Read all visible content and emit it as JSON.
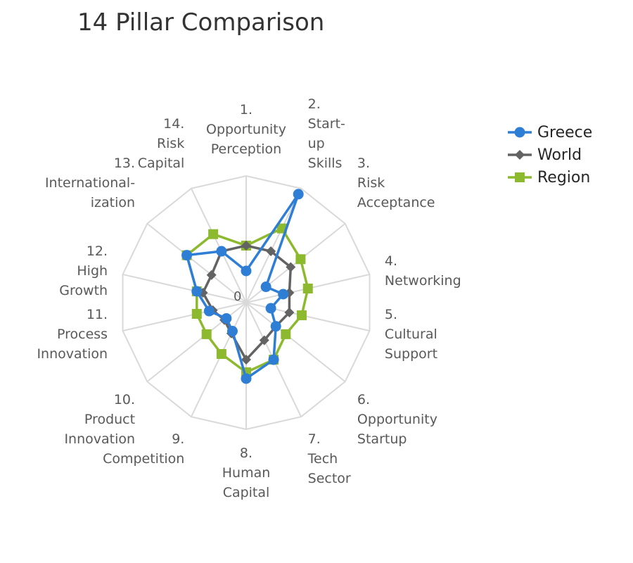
{
  "chart_data": {
    "type": "radar",
    "title": "14 Pillar Comparison",
    "categories": [
      [
        "1.",
        "Opportunity",
        "Perception"
      ],
      [
        "2.",
        "Start-",
        "up",
        "Skills"
      ],
      [
        "3.",
        "Risk",
        "Acceptance"
      ],
      [
        "4.",
        "Networking"
      ],
      [
        "5.",
        "Cultural",
        "Support"
      ],
      [
        "6.",
        "Opportunity",
        "Startup"
      ],
      [
        "7.",
        "Tech",
        "Sector"
      ],
      [
        "8.",
        "Human",
        "Capital"
      ],
      [
        "9.",
        "Competition"
      ],
      [
        "10.",
        "Product",
        "Innovation"
      ],
      [
        "11.",
        "Process",
        "Innovation"
      ],
      [
        "12.",
        "High",
        "Growth"
      ],
      [
        "13.",
        "International-",
        "ization"
      ],
      [
        "14.",
        "Risk",
        "Capital"
      ]
    ],
    "rlim": [
      0,
      1
    ],
    "tick_label": "0",
    "grid": true,
    "legend_position": "top-right",
    "series": [
      {
        "name": "Greece",
        "color": "#2e7ed6",
        "marker": "circle",
        "values": [
          0.25,
          0.95,
          0.2,
          0.3,
          0.2,
          0.3,
          0.5,
          0.6,
          0.25,
          0.2,
          0.3,
          0.4,
          0.6,
          0.45
        ]
      },
      {
        "name": "World",
        "color": "#636363",
        "marker": "diamond",
        "values": [
          0.45,
          0.45,
          0.45,
          0.35,
          0.35,
          0.3,
          0.33,
          0.45,
          0.27,
          0.22,
          0.27,
          0.35,
          0.35,
          0.45
        ]
      },
      {
        "name": "Region",
        "color": "#8db92e",
        "marker": "square",
        "values": [
          0.45,
          0.65,
          0.55,
          0.5,
          0.45,
          0.4,
          0.5,
          0.55,
          0.45,
          0.4,
          0.4,
          0.4,
          0.6,
          0.6
        ]
      }
    ]
  }
}
